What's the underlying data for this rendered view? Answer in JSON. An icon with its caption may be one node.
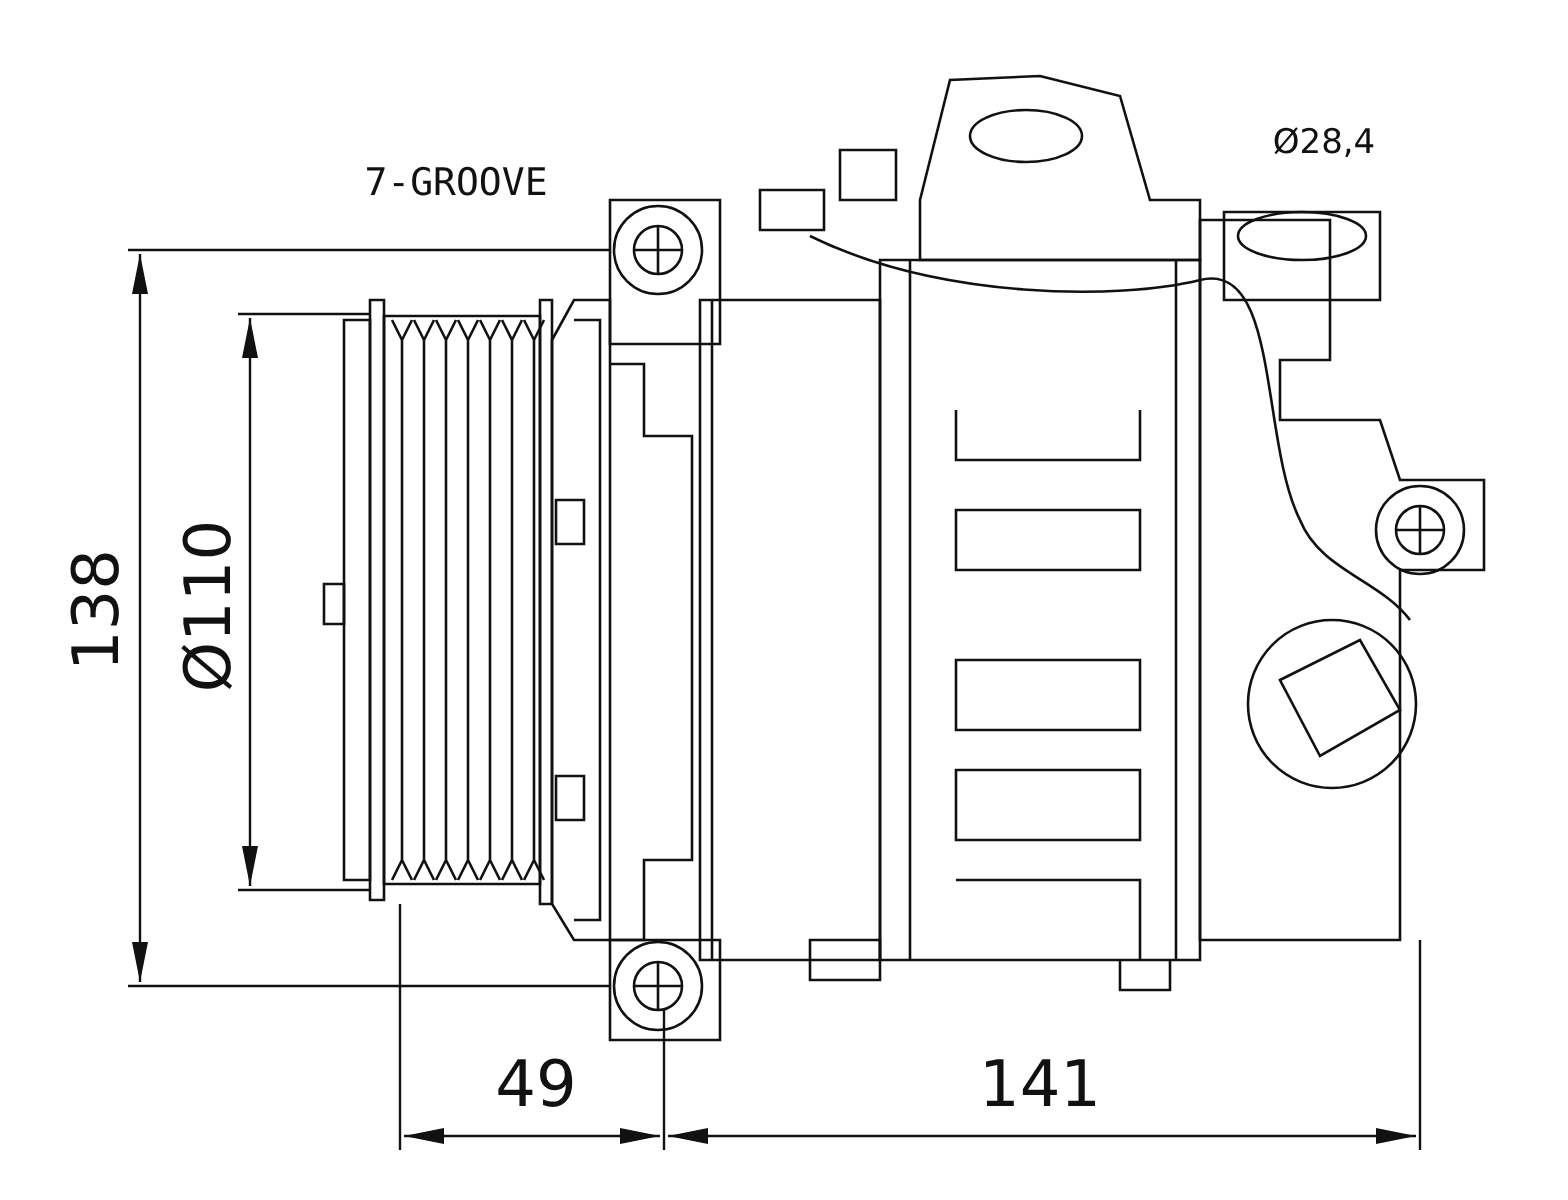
{
  "diagram": {
    "labels": [
      "7-GROOVE",
      "Ø28,4",
      "138",
      "Ø110",
      "49",
      "141"
    ]
  }
}
